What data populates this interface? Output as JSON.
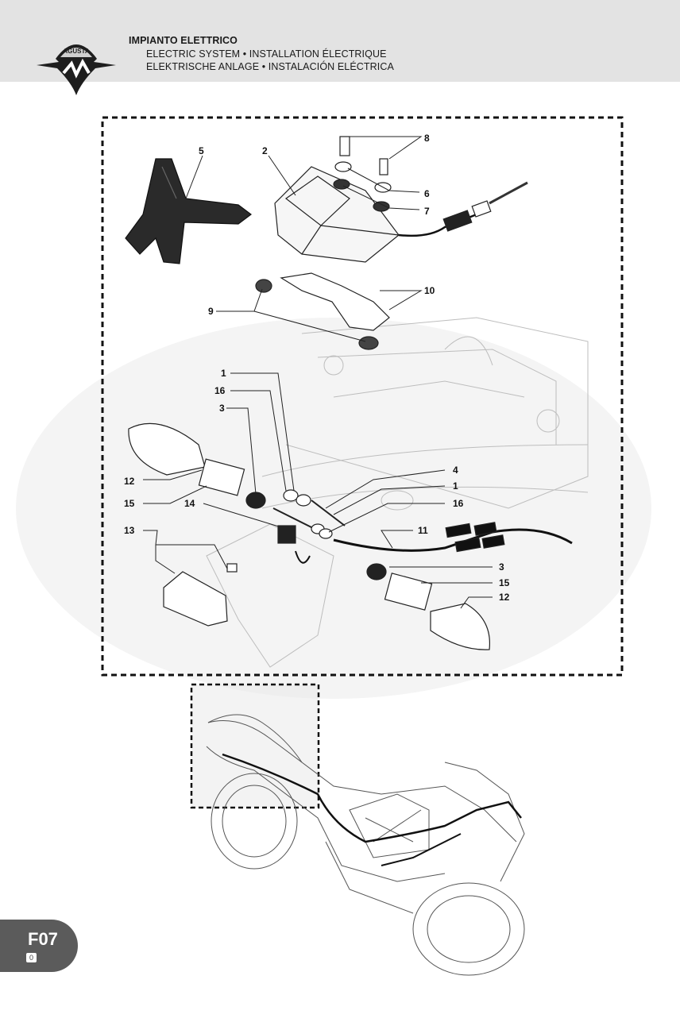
{
  "header": {
    "title": "IMPIANTO ELETTRICO",
    "subtitle_line1": "ELECTRIC SYSTEM • INSTALLATION ÉLECTRIQUE",
    "subtitle_line2": "ELEKTRISCHE ANLAGE • INSTALACIÓN ELÉCTRICA",
    "logo_text": "AGUSTA"
  },
  "callouts": {
    "c1a": "1",
    "c1b": "1",
    "c2": "2",
    "c3a": "3",
    "c3b": "3",
    "c4": "4",
    "c5": "5",
    "c6": "6",
    "c7": "7",
    "c8": "8",
    "c9": "9",
    "c10": "10",
    "c11": "11",
    "c12a": "12",
    "c12b": "12",
    "c13": "13",
    "c14": "14",
    "c15a": "15",
    "c15b": "15",
    "c16a": "16",
    "c16b": "16"
  },
  "page_badge": {
    "code": "F07",
    "revision": "0"
  },
  "colors": {
    "header_bg": "#e3e3e3",
    "badge_bg": "#5b5b5b",
    "line": "#222222"
  }
}
